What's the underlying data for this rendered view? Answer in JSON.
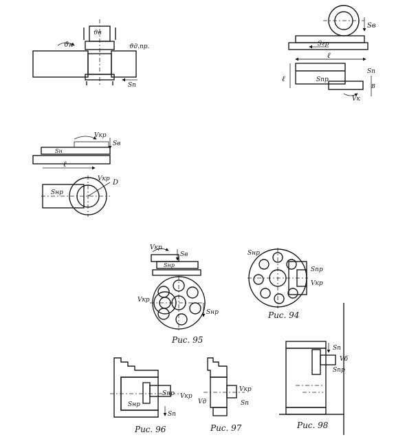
{
  "fig_top_left": {
    "labels": {
      "vk": "ϑк",
      "vb": "ϑв",
      "vdpr": "ϑд.пр.",
      "sp": "Sп"
    }
  },
  "fig_top_right": {
    "labels": {
      "sv": "Sв",
      "sgp": "Sгр",
      "l": "ℓ",
      "snp": "Sпр",
      "sn": "Sп",
      "b": "B",
      "vk": "Vк",
      "ell": "ℓ"
    }
  },
  "fig_mid_left": {
    "labels": {
      "vkp": "Vкр",
      "sv": "Sв",
      "sn": "Sн",
      "l": "ℓ",
      "vkp2": "Vкр",
      "snp": "Sнр",
      "d": "D"
    }
  },
  "fig_95": {
    "caption": "Рис. 95",
    "labels": {
      "vkp": "Vкр",
      "sv": "Sв",
      "snp": "Sнр",
      "vkp2": "Vкр",
      "snp2": "Sнр"
    }
  },
  "fig_94": {
    "caption": "Рис. 94",
    "labels": {
      "snp": "Sнр",
      "snp2": "Sпр",
      "vkp": "Vкр"
    }
  },
  "fig_96": {
    "caption": "Рис. 96",
    "labels": {
      "snp": "Sпр",
      "vkp": "Vкр",
      "snp2": "Sнр",
      "sn": "Sп"
    }
  },
  "fig_97": {
    "caption": "Рис. 97",
    "labels": {
      "vkp": "Vкр",
      "sn": "Sп",
      "vb": "Vд"
    }
  },
  "fig_98": {
    "caption": "Рис. 98",
    "labels": {
      "sn": "Sп",
      "vb": "Vб",
      "snp": "Sпр"
    }
  }
}
